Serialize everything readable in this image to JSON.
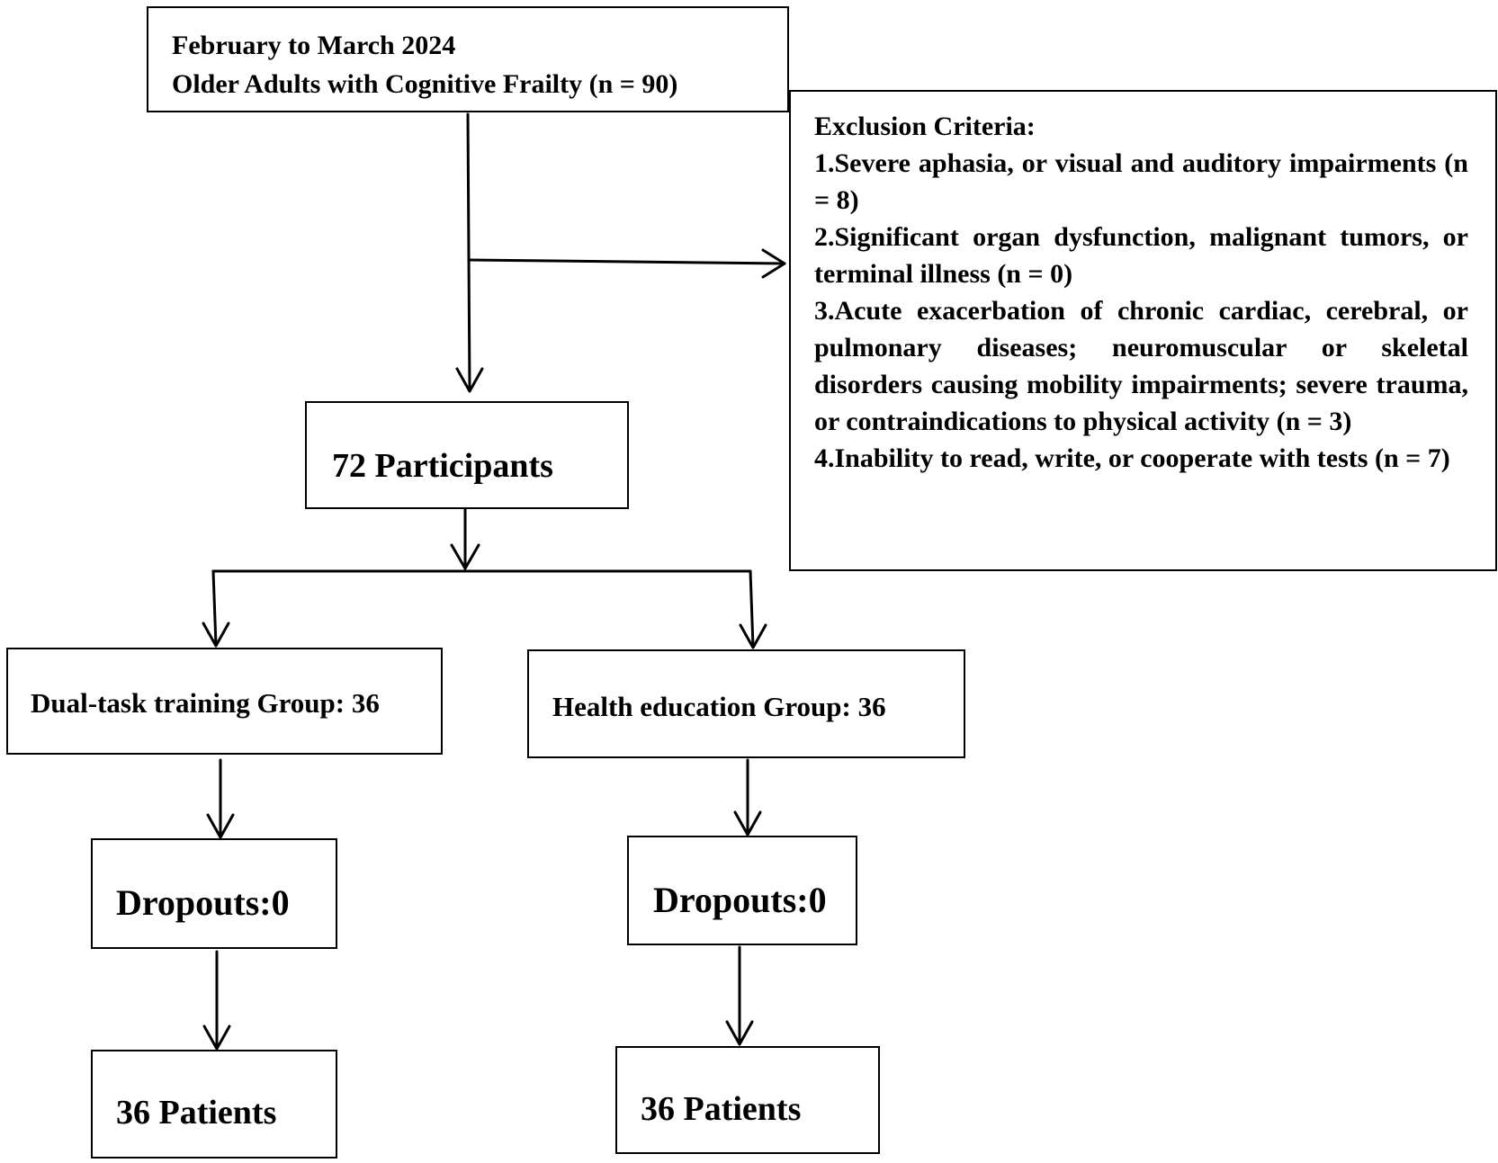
{
  "top_box": {
    "line1": "February to March 2024",
    "line2": "Older Adults with Cognitive Frailty (n = 90)"
  },
  "exclusion": {
    "heading": "Exclusion Criteria:",
    "items": [
      "1.Severe aphasia, or visual and auditory impairments (n = 8)",
      "2.Significant organ dysfunction, malignant tumors, or terminal illness (n = 0)",
      "3.Acute exacerbation of chronic cardiac, cerebral, or pulmonary diseases; neuromuscular or skeletal disorders causing mobility impairments; severe trauma, or contraindications to physical activity (n = 3)",
      "4.Inability to read, write, or cooperate with tests (n = 7)"
    ]
  },
  "participants": "72 Participants",
  "groups": [
    {
      "name": "Dual-task training Group: 36",
      "dropouts": "Dropouts:0",
      "final": "36 Patients"
    },
    {
      "name": "Health education Group: 36",
      "dropouts": "Dropouts:0",
      "final": "36 Patients"
    }
  ]
}
